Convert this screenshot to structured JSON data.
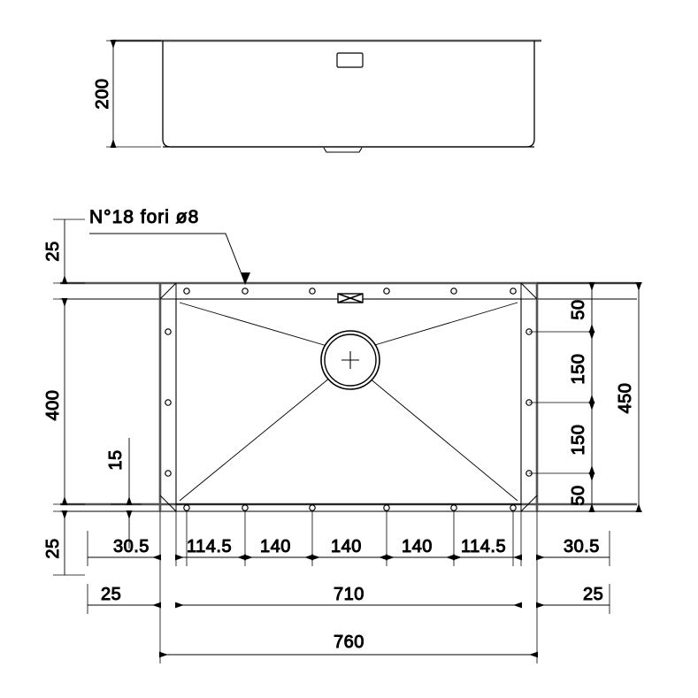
{
  "drawing": {
    "title": "Kitchen sink technical drawing",
    "units": "mm",
    "line_color": "#000000",
    "thick_line_color": "#555555",
    "background": "#ffffff"
  },
  "annotations": {
    "holes_note": "N°18 fori ø8"
  },
  "elevation": {
    "name": "front-elevation-view",
    "height_dim": "200",
    "overflow_slot": "overflow-slot",
    "drain_boss": "drain-boss"
  },
  "plan": {
    "name": "top-plan-view",
    "drain": "drain-outlet",
    "overflow": "overflow-slot",
    "hole_count": 18,
    "hole_diameter": "ø8"
  },
  "dimensions": {
    "left_vertical": [
      {
        "label": "25",
        "name": "dim-left-top-25"
      },
      {
        "label": "400",
        "name": "dim-left-400"
      },
      {
        "label": "25",
        "name": "dim-left-bottom-25"
      }
    ],
    "inner_left": {
      "label": "15",
      "name": "dim-rim-15"
    },
    "right_chain": [
      {
        "label": "50",
        "name": "dim-right-50-top"
      },
      {
        "label": "150",
        "name": "dim-right-150-upper"
      },
      {
        "label": "150",
        "name": "dim-right-150-lower"
      },
      {
        "label": "50",
        "name": "dim-right-50-bottom"
      }
    ],
    "right_overall": {
      "label": "450",
      "name": "dim-right-450"
    },
    "bottom_chain": [
      {
        "label": "30.5",
        "name": "dim-bottom-30-5-left"
      },
      {
        "label": "114.5",
        "name": "dim-bottom-114-5-left"
      },
      {
        "label": "140",
        "name": "dim-bottom-140-a"
      },
      {
        "label": "140",
        "name": "dim-bottom-140-b"
      },
      {
        "label": "140",
        "name": "dim-bottom-140-c"
      },
      {
        "label": "114.5",
        "name": "dim-bottom-114-5-right"
      },
      {
        "label": "30.5",
        "name": "dim-bottom-30-5-right"
      }
    ],
    "bottom_row2": [
      {
        "label": "25",
        "name": "dim-row2-25-left"
      },
      {
        "label": "710",
        "name": "dim-row2-710"
      },
      {
        "label": "25",
        "name": "dim-row2-25-right"
      }
    ],
    "bottom_overall": {
      "label": "760",
      "name": "dim-overall-760"
    }
  }
}
